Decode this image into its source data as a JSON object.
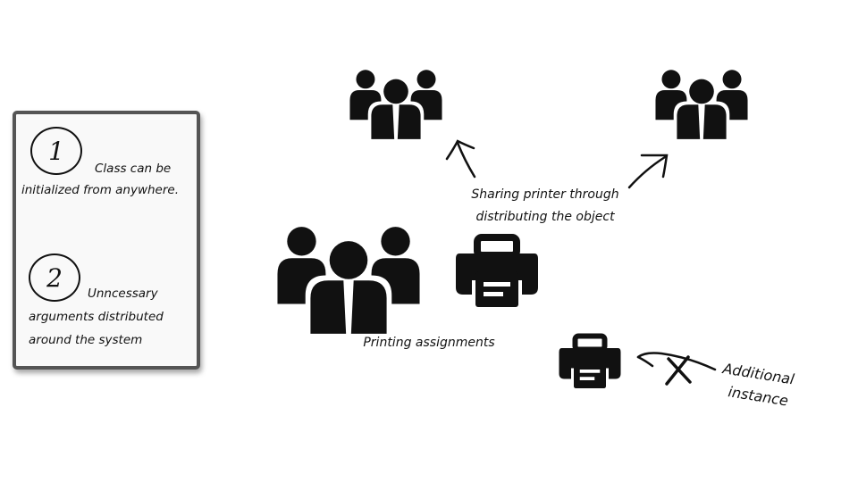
{
  "panel": {
    "items": [
      {
        "number": "1",
        "text_line1": "Class can be",
        "text_line2": "initialized from anywhere."
      },
      {
        "number": "2",
        "text_line1": "Unncessary",
        "text_line2": "arguments distributed",
        "text_line3": "around the system"
      }
    ]
  },
  "labels": {
    "sharing_line1": "Sharing printer through",
    "sharing_line2": "distributing the object",
    "printing": "Printing assignments",
    "additional_line1": "Additional",
    "additional_line2": "instance"
  },
  "icons": {
    "group": "people-group-icon",
    "printer": "printer-icon",
    "cross": "x-mark-icon"
  }
}
